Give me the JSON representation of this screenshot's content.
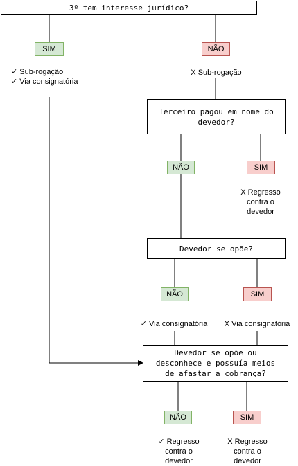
{
  "diagram": {
    "q1": "3º tem interesse jurídico?",
    "q1_yes": "SIM",
    "q1_no": "NÃO",
    "q1_yes_notes": "✓ Sub-rogação\n✓ Via consignatória",
    "q1_no_note": "X Sub-rogação",
    "q2": "Terceiro pagou em nome do\ndevedor?",
    "q2_no": "NÃO",
    "q2_yes": "SIM",
    "q2_yes_note": "X Regresso\ncontra o\ndevedor",
    "q3": "Devedor se opõe?",
    "q3_no": "NÃO",
    "q3_yes": "SIM",
    "q3_no_note": "✓ Via consignatória",
    "q3_yes_note": "X Via consignatória",
    "q4": "Devedor se opõe ou\ndesconhece e possuía meios\nde afastar a cobrança?",
    "q4_no": "NÃO",
    "q4_yes": "SIM",
    "q4_no_note": "✓ Regresso\ncontra o\ndevedor",
    "q4_yes_note": "X Regresso\ncontra o\ndevedor",
    "colors": {
      "yes_fill": "#d5e8d4",
      "yes_stroke": "#82b366",
      "no_fill": "#f8cecc",
      "no_stroke": "#b85450"
    }
  }
}
